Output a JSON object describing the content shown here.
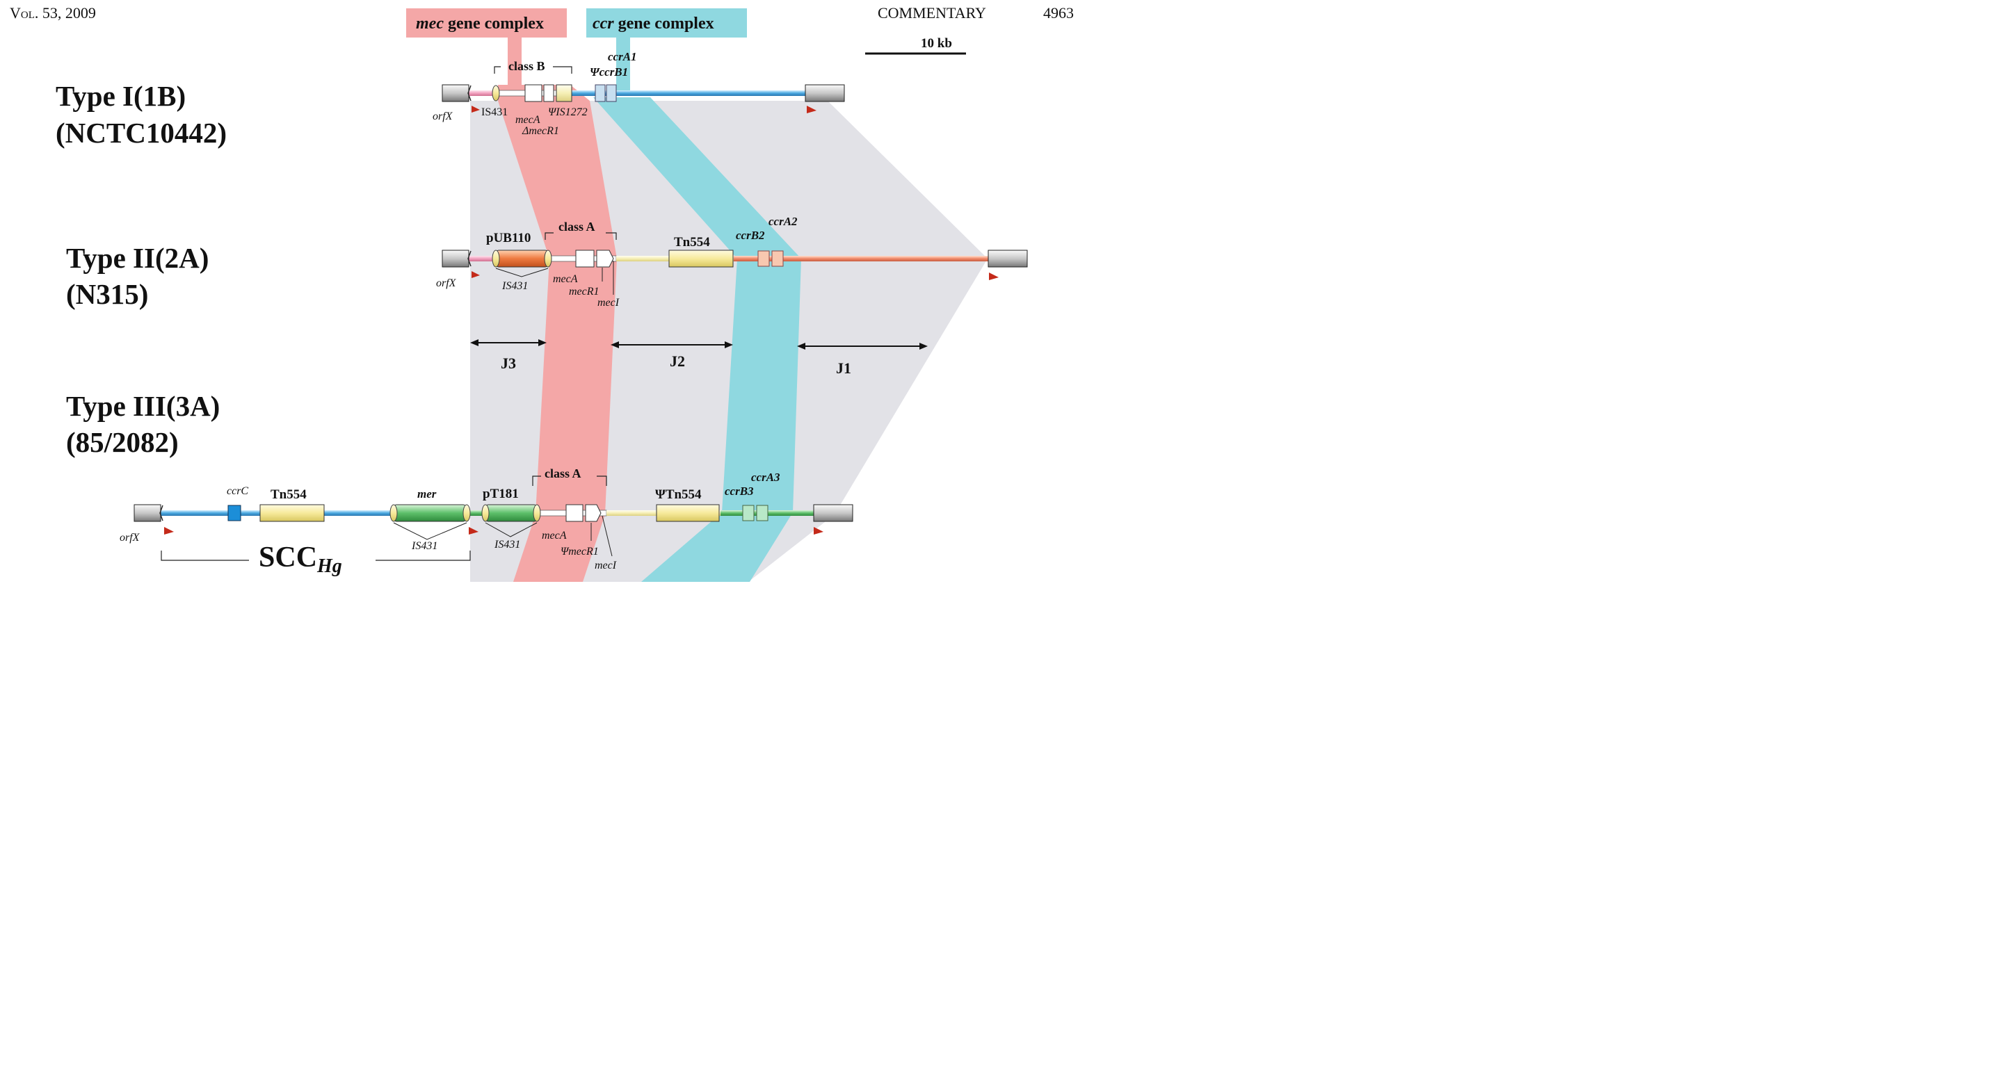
{
  "header": {
    "volume": "Vol. 53, 2009",
    "section": "COMMENTARY",
    "page": "4963"
  },
  "legend": {
    "mec_complex": {
      "italic": "mec",
      "rest": " gene complex",
      "color": "#f4a7a7"
    },
    "ccr_complex": {
      "italic": "ccr",
      "rest": " gene complex",
      "color": "#8fd8e0"
    },
    "scale": "10 kb"
  },
  "types": [
    {
      "name": "Type I(1B)",
      "strain": "(NCTC10442)"
    },
    {
      "name": "Type II(2A)",
      "strain": "(N315)"
    },
    {
      "name": "Type III(3A)",
      "strain": "(85/2082)"
    }
  ],
  "labels": {
    "t1": {
      "orfX": "orfX",
      "is431": "IS431",
      "mecA": "mecA",
      "dmecR1": "ΔmecR1",
      "is1272": "ΨIS1272",
      "classB": "class B",
      "ccrA1": "ccrA1",
      "ccrB1": "ΨccrB1"
    },
    "t2": {
      "orfX": "orfX",
      "pUB110": "pUB110",
      "is431": "IS431",
      "classA": "class A",
      "mecA": "mecA",
      "mecR1": "mecR1",
      "mecI": "mecI",
      "tn554": "Tn554",
      "ccrB2": "ccrB2",
      "ccrA2": "ccrA2"
    },
    "t3": {
      "orfX": "orfX",
      "ccrC": "ccrC",
      "tn554": "Tn554",
      "mer": "mer",
      "is431a": "IS431",
      "pT181": "pT181",
      "is431b": "IS431",
      "classA": "class A",
      "mecA": "mecA",
      "mecR1": "ΨmecR1",
      "mecI": "mecI",
      "tn554b": "ΨTn554",
      "ccrB3": "ccrB3",
      "ccrA3": "ccrA3"
    }
  },
  "junctions": [
    "J3",
    "J2",
    "J1"
  ],
  "scc": {
    "main": "SCC",
    "sub": "Hg"
  }
}
